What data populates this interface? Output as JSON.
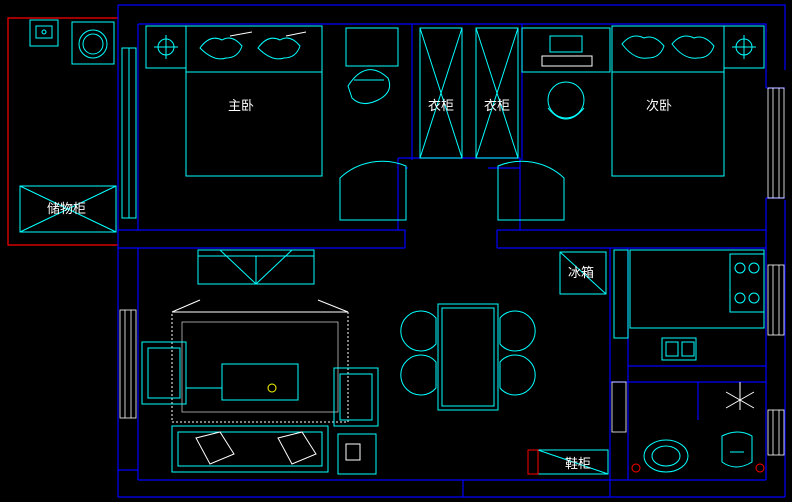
{
  "plan": {
    "colors": {
      "background": "#000000",
      "walls": "#0000ff",
      "furniture": "#00ffff",
      "balcony": "#ff0000",
      "text": "#ffffff",
      "accent_yellow": "#ffff00"
    },
    "labels": {
      "master_bedroom": "主卧",
      "second_bedroom": "次卧",
      "wardrobe_1": "衣柜",
      "wardrobe_2": "衣柜",
      "storage_cabinet": "储物柜",
      "fridge": "冰箱",
      "shoe_cabinet": "鞋柜"
    }
  }
}
